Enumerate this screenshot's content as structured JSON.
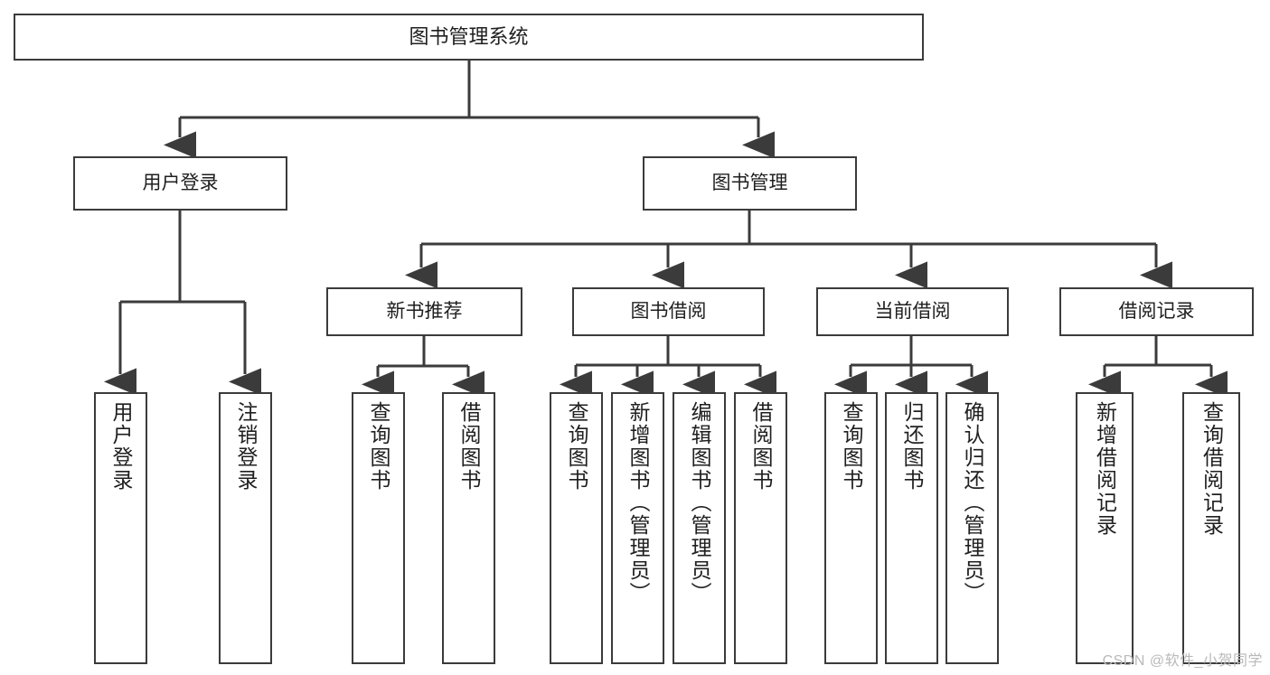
{
  "diagram": {
    "title": "图书管理系统",
    "watermark": "CSDN @软件_小贺同学",
    "colors": {
      "stroke": "#3b3b3b",
      "fill": "#ffffff",
      "text": "#1f1f1f",
      "watermark": "#b9b9b9"
    },
    "root": {
      "id": "root",
      "label": "图书管理系统"
    },
    "level2": [
      {
        "id": "user-login",
        "label": "用户登录"
      },
      {
        "id": "book-management",
        "label": "图书管理"
      }
    ],
    "level3": [
      {
        "id": "new-book-recommend",
        "label": "新书推荐"
      },
      {
        "id": "book-borrow",
        "label": "图书借阅"
      },
      {
        "id": "current-borrow",
        "label": "当前借阅"
      },
      {
        "id": "borrow-record",
        "label": "借阅记录"
      }
    ],
    "leaves": {
      "user_login": [
        {
          "id": "leaf-user-login",
          "label": "用户登录"
        },
        {
          "id": "leaf-logout-login",
          "label": "注销登录"
        }
      ],
      "new_book_recommend": [
        {
          "id": "leaf-query-book-1",
          "label": "查询图书"
        },
        {
          "id": "leaf-borrow-book-1",
          "label": "借阅图书"
        }
      ],
      "book_borrow": [
        {
          "id": "leaf-query-book-2",
          "label": "查询图书"
        },
        {
          "id": "leaf-add-book",
          "label": "新增图书（管理员）"
        },
        {
          "id": "leaf-edit-book",
          "label": "编辑图书（管理员）"
        },
        {
          "id": "leaf-borrow-book-2",
          "label": "借阅图书"
        }
      ],
      "current_borrow": [
        {
          "id": "leaf-query-book-3",
          "label": "查询图书"
        },
        {
          "id": "leaf-return-book",
          "label": "归还图书"
        },
        {
          "id": "leaf-confirm-return",
          "label": "确认归还（管理员）"
        }
      ],
      "borrow_record": [
        {
          "id": "leaf-add-record",
          "label": "新增借阅记录"
        },
        {
          "id": "leaf-query-record",
          "label": "查询借阅记录"
        }
      ]
    }
  }
}
